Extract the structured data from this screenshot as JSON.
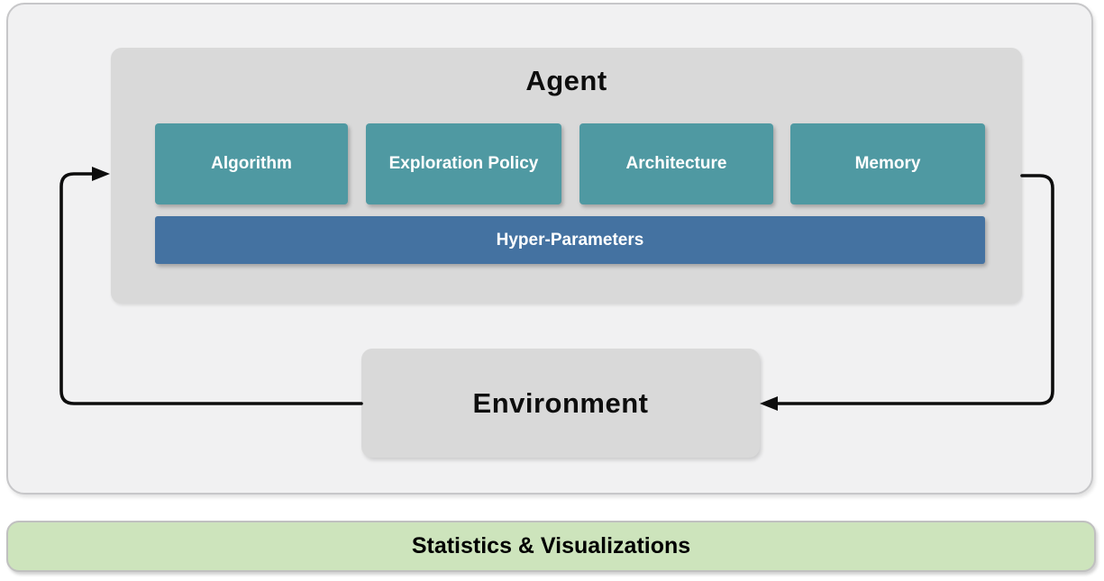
{
  "colors": {
    "canvas_bg": "#ffffff",
    "outer_panel_fill": "#f1f1f2",
    "outer_panel_border": "#c7c7c9",
    "agent_panel_fill": "#d9d9d9",
    "module_fill": "#4f99a2",
    "module_text": "#ffffff",
    "hyper_parameters_fill": "#4472a1",
    "environment_fill": "#d9d9d9",
    "arrow_color": "#0d0d0d",
    "stats_bar_fill": "#cde4bc",
    "stats_bar_border": "#c0c0c0",
    "title_text": "#0d0d0d"
  },
  "diagram": {
    "agent": {
      "title": "Agent",
      "modules": [
        {
          "label": "Algorithm"
        },
        {
          "label": "Exploration Policy"
        },
        {
          "label": "Architecture"
        },
        {
          "label": "Memory"
        }
      ],
      "hyper_parameters_label": "Hyper-Parameters"
    },
    "environment": {
      "label": "Environment"
    },
    "arrows": [
      {
        "name": "environment-to-agent-arrow"
      },
      {
        "name": "agent-to-environment-arrow"
      }
    ],
    "stats_bar": {
      "label": "Statistics & Visualizations"
    }
  }
}
